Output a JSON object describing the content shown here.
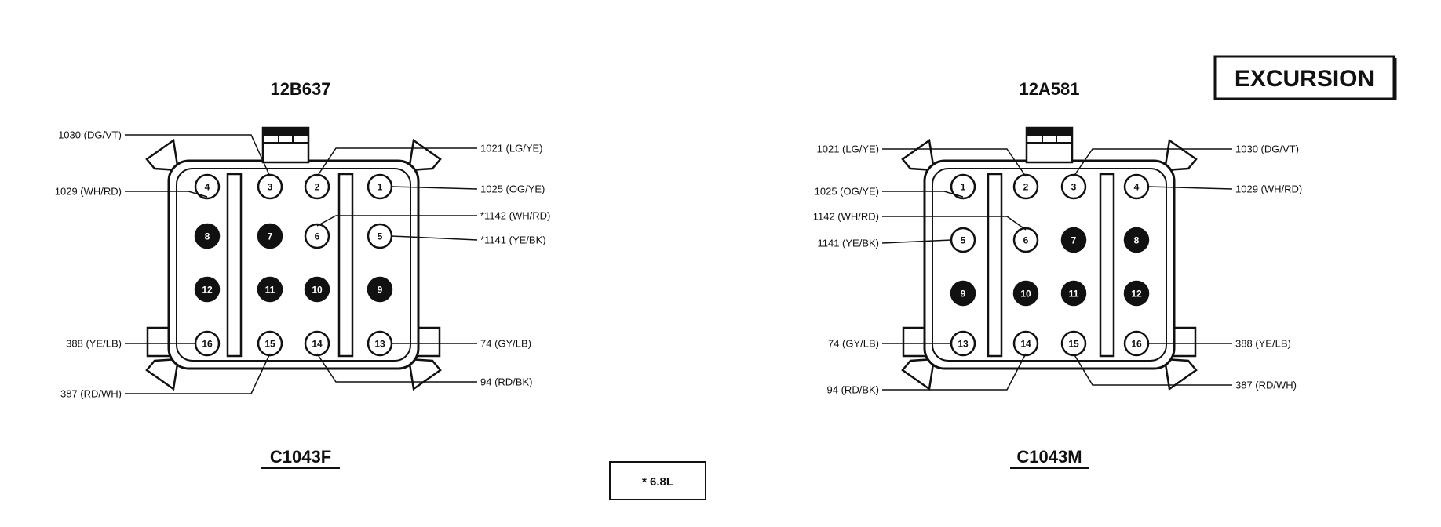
{
  "model_badge": "EXCURSION",
  "note": "* 6.8L",
  "connectors": [
    {
      "part_number": "12B637",
      "name": "C1043F",
      "pins": [
        {
          "num": "4",
          "filled": false
        },
        {
          "num": "3",
          "filled": false
        },
        {
          "num": "2",
          "filled": false
        },
        {
          "num": "1",
          "filled": false
        },
        {
          "num": "8",
          "filled": true
        },
        {
          "num": "7",
          "filled": true
        },
        {
          "num": "6",
          "filled": false
        },
        {
          "num": "5",
          "filled": false
        },
        {
          "num": "12",
          "filled": true
        },
        {
          "num": "11",
          "filled": true
        },
        {
          "num": "10",
          "filled": true
        },
        {
          "num": "9",
          "filled": true
        },
        {
          "num": "16",
          "filled": false
        },
        {
          "num": "15",
          "filled": false
        },
        {
          "num": "14",
          "filled": false
        },
        {
          "num": "13",
          "filled": false
        }
      ],
      "wires_left": [
        {
          "label": "1030 (DG/VT)",
          "pin": "3"
        },
        {
          "label": "1029 (WH/RD)",
          "pin": "4"
        },
        {
          "label": "388 (YE/LB)",
          "pin": "16"
        },
        {
          "label": "387 (RD/WH)",
          "pin": "15"
        }
      ],
      "wires_right": [
        {
          "label": "1021 (LG/YE)",
          "pin": "2"
        },
        {
          "label": "1025 (OG/YE)",
          "pin": "1"
        },
        {
          "label": "*1142 (WH/RD)",
          "pin": "6"
        },
        {
          "label": "*1141 (YE/BK)",
          "pin": "5"
        },
        {
          "label": "74 (GY/LB)",
          "pin": "13"
        },
        {
          "label": "94 (RD/BK)",
          "pin": "14"
        }
      ]
    },
    {
      "part_number": "12A581",
      "name": "C1043M",
      "pins": [
        {
          "num": "1",
          "filled": false
        },
        {
          "num": "2",
          "filled": false
        },
        {
          "num": "3",
          "filled": false
        },
        {
          "num": "4",
          "filled": false
        },
        {
          "num": "5",
          "filled": false
        },
        {
          "num": "6",
          "filled": false
        },
        {
          "num": "7",
          "filled": true
        },
        {
          "num": "8",
          "filled": true
        },
        {
          "num": "9",
          "filled": true
        },
        {
          "num": "10",
          "filled": true
        },
        {
          "num": "11",
          "filled": true
        },
        {
          "num": "12",
          "filled": true
        },
        {
          "num": "13",
          "filled": false
        },
        {
          "num": "14",
          "filled": false
        },
        {
          "num": "15",
          "filled": false
        },
        {
          "num": "16",
          "filled": false
        }
      ],
      "wires_left": [
        {
          "label": "1021 (LG/YE)",
          "pin": "2"
        },
        {
          "label": "1025 (OG/YE)",
          "pin": "1"
        },
        {
          "label": "1142 (WH/RD)",
          "pin": "6"
        },
        {
          "label": "1141 (YE/BK)",
          "pin": "5"
        },
        {
          "label": "74 (GY/LB)",
          "pin": "13"
        },
        {
          "label": "94 (RD/BK)",
          "pin": "14"
        }
      ],
      "wires_right": [
        {
          "label": "1030 (DG/VT)",
          "pin": "3"
        },
        {
          "label": "1029 (WH/RD)",
          "pin": "4"
        },
        {
          "label": "388 (YE/LB)",
          "pin": "16"
        },
        {
          "label": "387 (RD/WH)",
          "pin": "15"
        }
      ]
    }
  ]
}
